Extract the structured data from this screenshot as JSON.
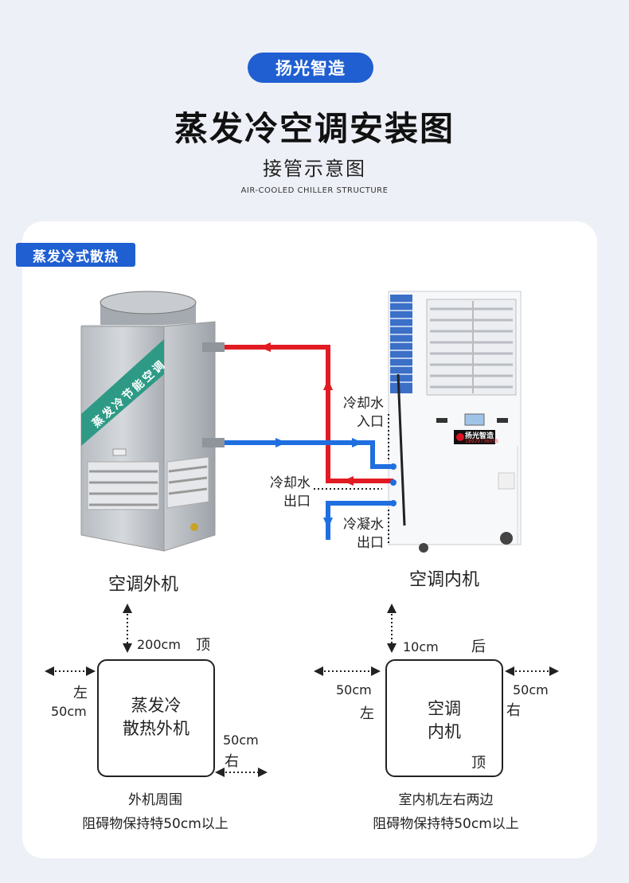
{
  "header": {
    "brand_pill": "扬光智造",
    "title": "蒸发冷空调安装图",
    "subtitle": "接管示意图",
    "english": "AIR-COOLED CHILLER STRUCTURE"
  },
  "section_tag": "蒸发冷式散热",
  "outdoor_unit": {
    "side_text": "蒸发冷节能空调",
    "caption": "空调外机"
  },
  "indoor_unit": {
    "brand": "扬光智造",
    "phone": "18929736055",
    "caption": "空调内机"
  },
  "pipe_labels": {
    "inlet": [
      "冷却水",
      "入口"
    ],
    "outlet": [
      "冷却水",
      "出口"
    ],
    "condensate": [
      "冷凝水",
      "出口"
    ]
  },
  "colors": {
    "accent": "#1f5fd1",
    "hot_pipe": "#e21b23",
    "cold_pipe": "#1f6fe0"
  },
  "outdoor_clearance": {
    "top_value": "200cm",
    "top_label": "顶",
    "left_label": "左",
    "left_value": "50cm",
    "right_value": "50cm",
    "right_label": "右",
    "box_line1": "蒸发冷",
    "box_line2": "散热外机",
    "note_line1": "外机周围",
    "note_line2": "阻碍物保持特50cm以上"
  },
  "indoor_clearance": {
    "top_value": "10cm",
    "back_label": "后",
    "left_value": "50cm",
    "left_label": "左",
    "right_value": "50cm",
    "right_label": "右",
    "box_line1": "空调",
    "box_line2": "内机",
    "top_label": "顶",
    "note_line1": "室内机左右两边",
    "note_line2": "阻碍物保持特50cm以上"
  }
}
